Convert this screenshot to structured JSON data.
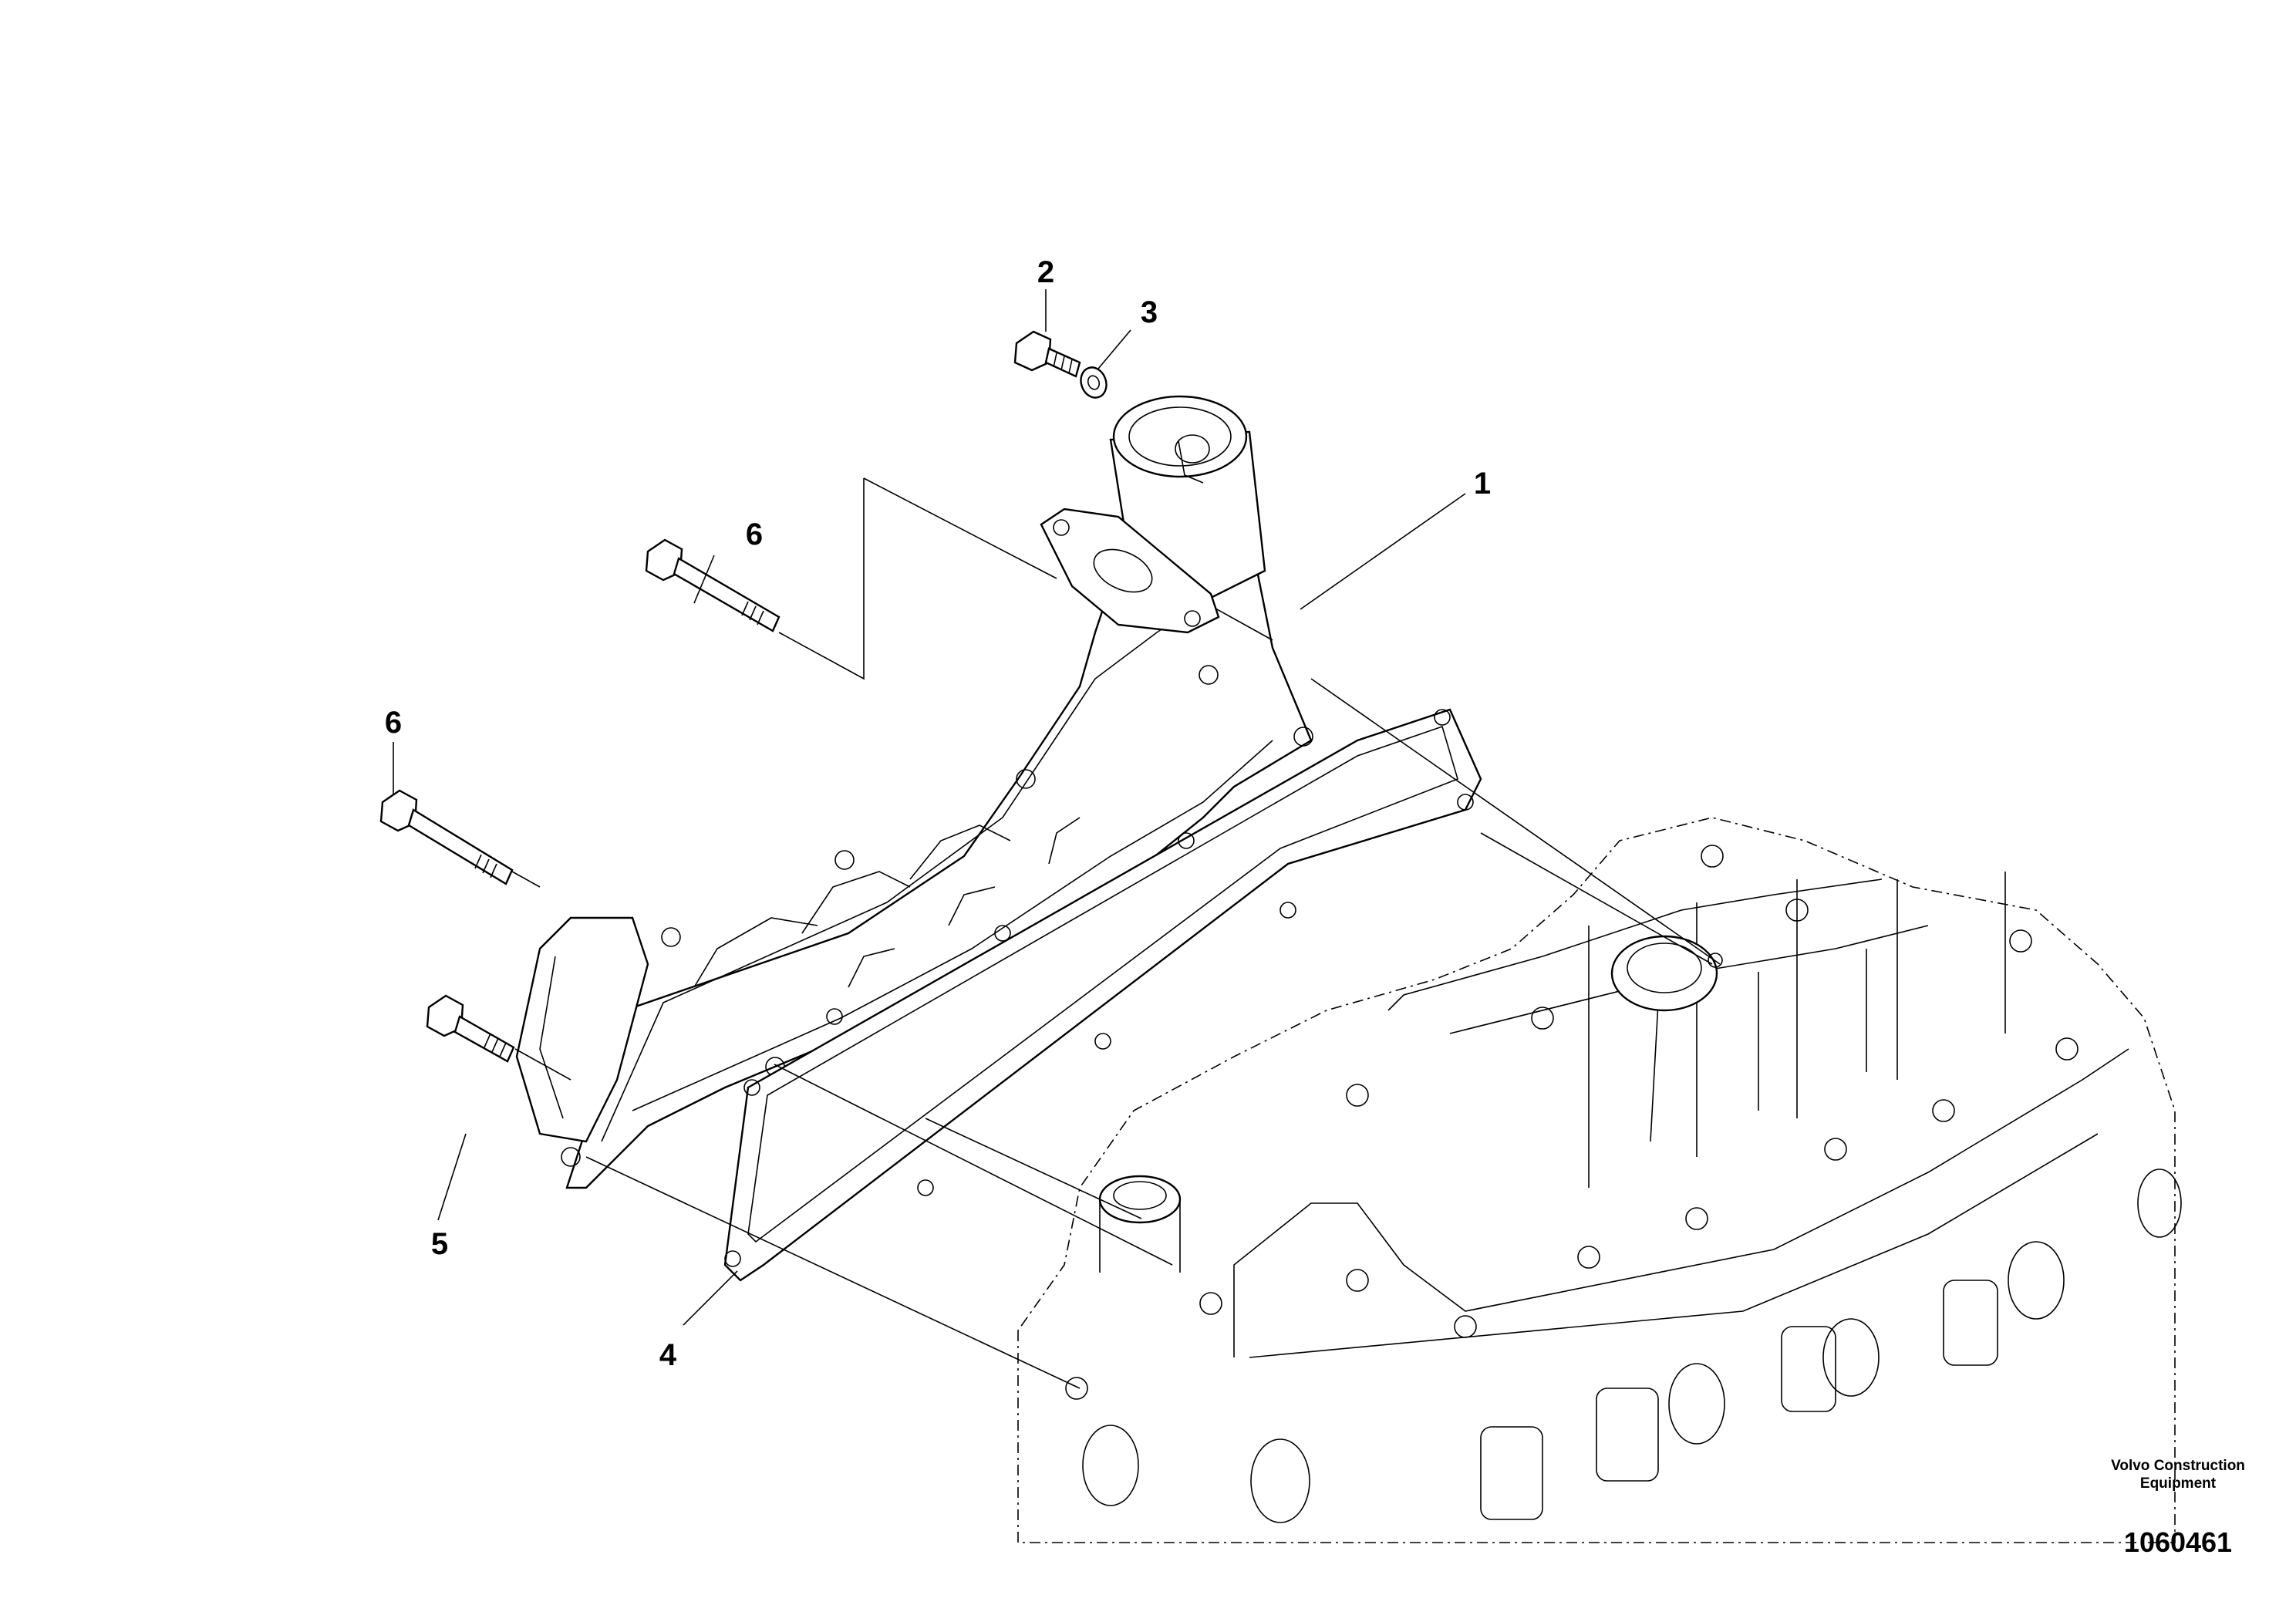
{
  "callouts": {
    "c1": "1",
    "c2": "2",
    "c3": "3",
    "c4": "4",
    "c5": "5",
    "c6a": "6",
    "c6b": "6"
  },
  "footer": {
    "brand_line1": "Volvo Construction",
    "brand_line2": "Equipment",
    "drawing_number": "1060461"
  }
}
